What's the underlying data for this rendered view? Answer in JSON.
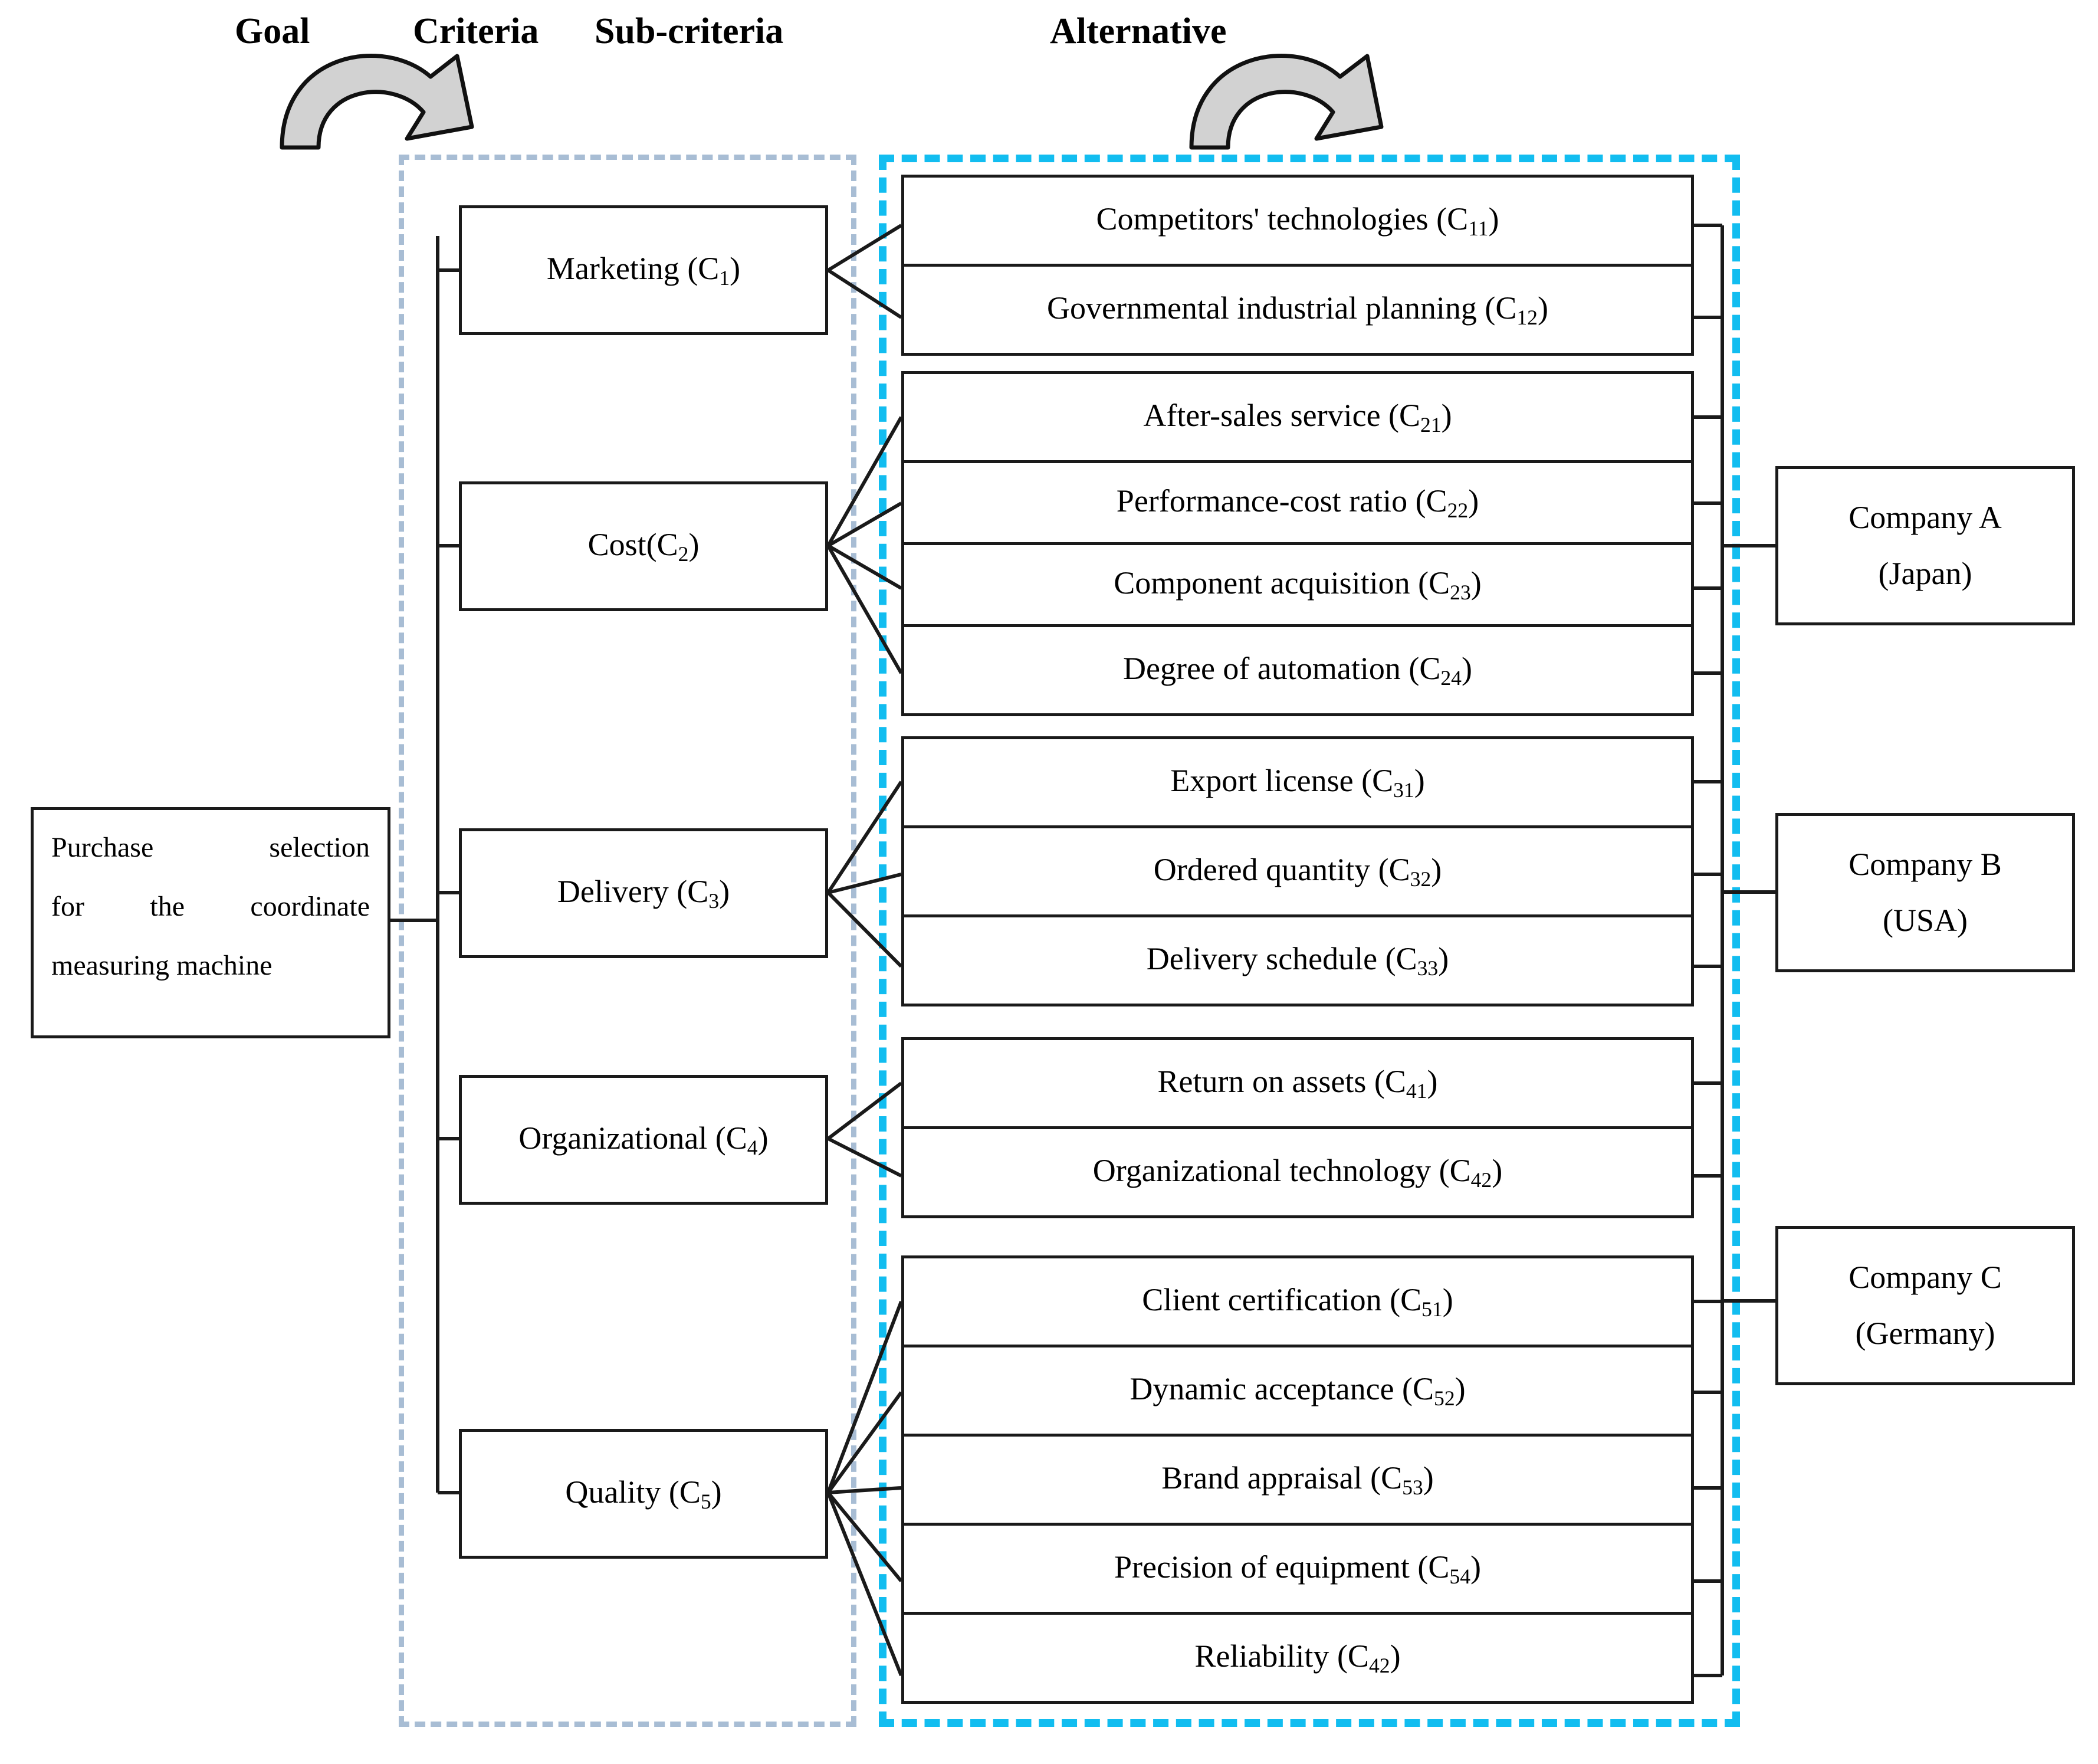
{
  "headers": [
    {
      "label": "Goal"
    },
    {
      "label": "Criteria"
    },
    {
      "label": "Sub-criteria"
    },
    {
      "label": "Alternative"
    }
  ],
  "goal": {
    "line1": "Purchase selection",
    "line2": "for the coordinate",
    "line3": "measuring machine"
  },
  "criteria": [
    {
      "name": "Marketing",
      "code": "C",
      "sub": "1",
      "label": "Marketing (C1)"
    },
    {
      "name": "Cost",
      "code": "C",
      "sub": "2",
      "label": "Cost(C2)"
    },
    {
      "name": "Delivery",
      "code": "C",
      "sub": "3",
      "label": "Delivery (C3)"
    },
    {
      "name": "Organizational",
      "code": "C",
      "sub": "4",
      "label": "Organizational (C4)"
    },
    {
      "name": "Quality",
      "code": "C",
      "sub": "5",
      "label": "Quality (C5)"
    }
  ],
  "subcriteria": [
    {
      "name": "Competitors' technologies",
      "sub": "11",
      "group": 1
    },
    {
      "name": "Governmental industrial planning",
      "sub": "12",
      "group": 1
    },
    {
      "name": "After-sales service",
      "sub": "21",
      "group": 2
    },
    {
      "name": "Performance-cost ratio",
      "sub": "22",
      "group": 2
    },
    {
      "name": "Component acquisition",
      "sub": "23",
      "group": 2
    },
    {
      "name": "Degree of automation",
      "sub": "24",
      "group": 2
    },
    {
      "name": "Export license",
      "sub": "31",
      "group": 3
    },
    {
      "name": "Ordered quantity",
      "sub": "32",
      "group": 3
    },
    {
      "name": "Delivery schedule",
      "sub": "33",
      "group": 3
    },
    {
      "name": "Return on assets",
      "sub": "41",
      "group": 4
    },
    {
      "name": "Organizational technology",
      "sub": "42",
      "group": 4
    },
    {
      "name": "Client certification",
      "sub": "51",
      "group": 5
    },
    {
      "name": "Dynamic acceptance",
      "sub": "52",
      "group": 5
    },
    {
      "name": "Brand appraisal",
      "sub": "53",
      "group": 5
    },
    {
      "name": "Precision of equipment",
      "sub": "54",
      "group": 5
    },
    {
      "name": "Reliability",
      "sub": "42",
      "group": 5
    }
  ],
  "alternatives": [
    {
      "name": "Company A",
      "country": "(Japan)"
    },
    {
      "name": "Company B",
      "country": "(USA)"
    },
    {
      "name": "Company C",
      "country": "(Germany)"
    }
  ],
  "colors": {
    "criteria_border": "#a8bdd4",
    "alternative_border": "#12bdf0",
    "box_border": "#1a1a1a",
    "arrow_fill": "#d4d4d4"
  }
}
